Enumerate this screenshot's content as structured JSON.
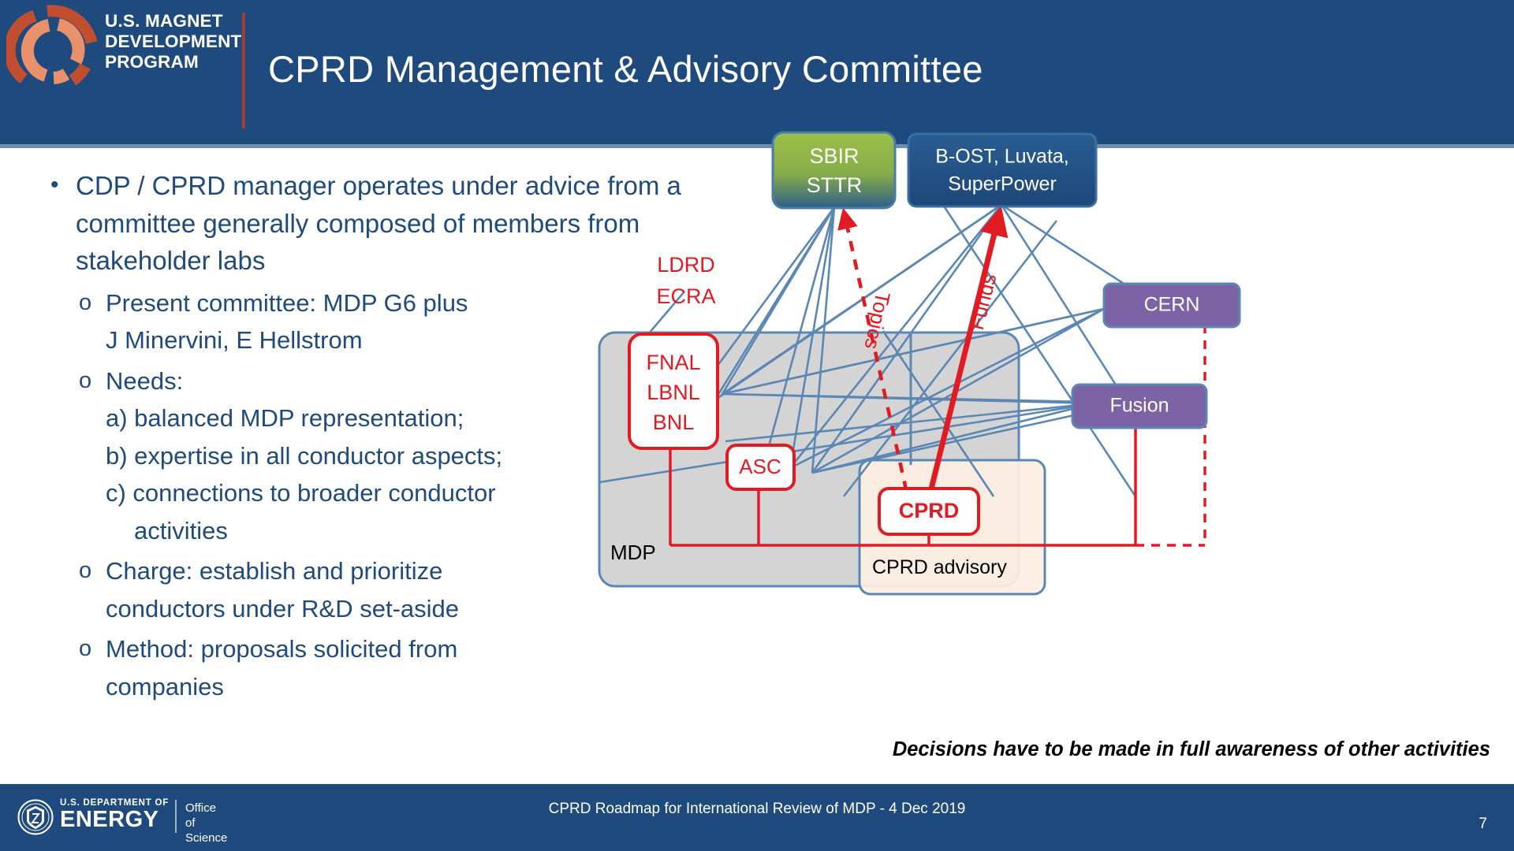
{
  "header": {
    "logo_line1": "U.S. MAGNET",
    "logo_line2": "DEVELOPMENT",
    "logo_line3": "PROGRAM",
    "title": "CPRD Management & Advisory Committee",
    "bg_color": "#1f4a7d",
    "accent_color": "#a63d32"
  },
  "bullets": {
    "main": "CDP / CPRD manager operates under advice from a committee generally composed of members from stakeholder labs",
    "sub": [
      {
        "line1": "Present committee: MDP G6 plus",
        "line2": "J Minervini, E Hellstrom",
        "line3": "",
        "line4": ""
      },
      {
        "line1": "Needs:",
        "line2": "a) balanced MDP representation;",
        "line3": "b) expertise in all conductor aspects;",
        "line4": "c) connections to broader conductor",
        "line5": "activities"
      },
      {
        "line1": "Charge: establish and prioritize",
        "line2": "conductors under R&D set-aside",
        "line3": "",
        "line4": ""
      },
      {
        "line1": "Method: proposals solicited from",
        "line2": "companies",
        "line3": "",
        "line4": ""
      }
    ]
  },
  "diagram": {
    "nodes": {
      "sbir": {
        "line1": "SBIR",
        "line2": "STTR",
        "fill_top": "#9bc04a",
        "fill_bottom": "#2e5f8a",
        "text_color": "#ffffff"
      },
      "bost": {
        "line1": "B-OST, Luvata,",
        "line2": "SuperPower",
        "fill": "#1f4a7d",
        "text_color": "#ffffff"
      },
      "cern": {
        "label": "CERN",
        "fill": "#7b63a5",
        "text_color": "#ffffff"
      },
      "fusion": {
        "label": "Fusion",
        "fill": "#7b63a5",
        "text_color": "#ffffff"
      },
      "labs": {
        "line1": "FNAL",
        "line2": "LBNL",
        "line3": "BNL",
        "fill": "#fdfdfd",
        "stroke": "#e01b22",
        "text_color": "#e01b22"
      },
      "asc": {
        "label": "ASC",
        "fill": "#fdfdfd",
        "stroke": "#e01b22",
        "text_color": "#e01b22"
      },
      "cprd": {
        "label": "CPRD",
        "fill": "#fdfdfd",
        "stroke": "#e01b22",
        "text_color": "#e01b22"
      }
    },
    "groups": {
      "mdp": {
        "label": "MDP",
        "fill": "#d4d4d4",
        "stroke": "#5b87b5",
        "text_color": "#000000"
      },
      "cprd_advisory": {
        "label": "CPRD advisory",
        "fill": "#fcefe2",
        "stroke": "#5b87b5",
        "text_color": "#000000"
      }
    },
    "annotations": {
      "ldrd_line1": "LDRD",
      "ldrd_line2": "ECRA",
      "topics": "Topics",
      "funds": "Funds",
      "annotation_color": "#e01b22"
    },
    "connector_color": "#5b87b5",
    "red_color": "#e01b22"
  },
  "tagline": "Decisions have to be made in full awareness of other activities",
  "footer": {
    "doe_department": "U.S. DEPARTMENT OF",
    "doe_energy": "ENERGY",
    "doe_office_line1": "Office of",
    "doe_office_line2": "Science",
    "center_text": "CPRD Roadmap for International Review of MDP - 4 Dec 2019",
    "page_number": "7",
    "bg_color": "#1f4a7d"
  }
}
